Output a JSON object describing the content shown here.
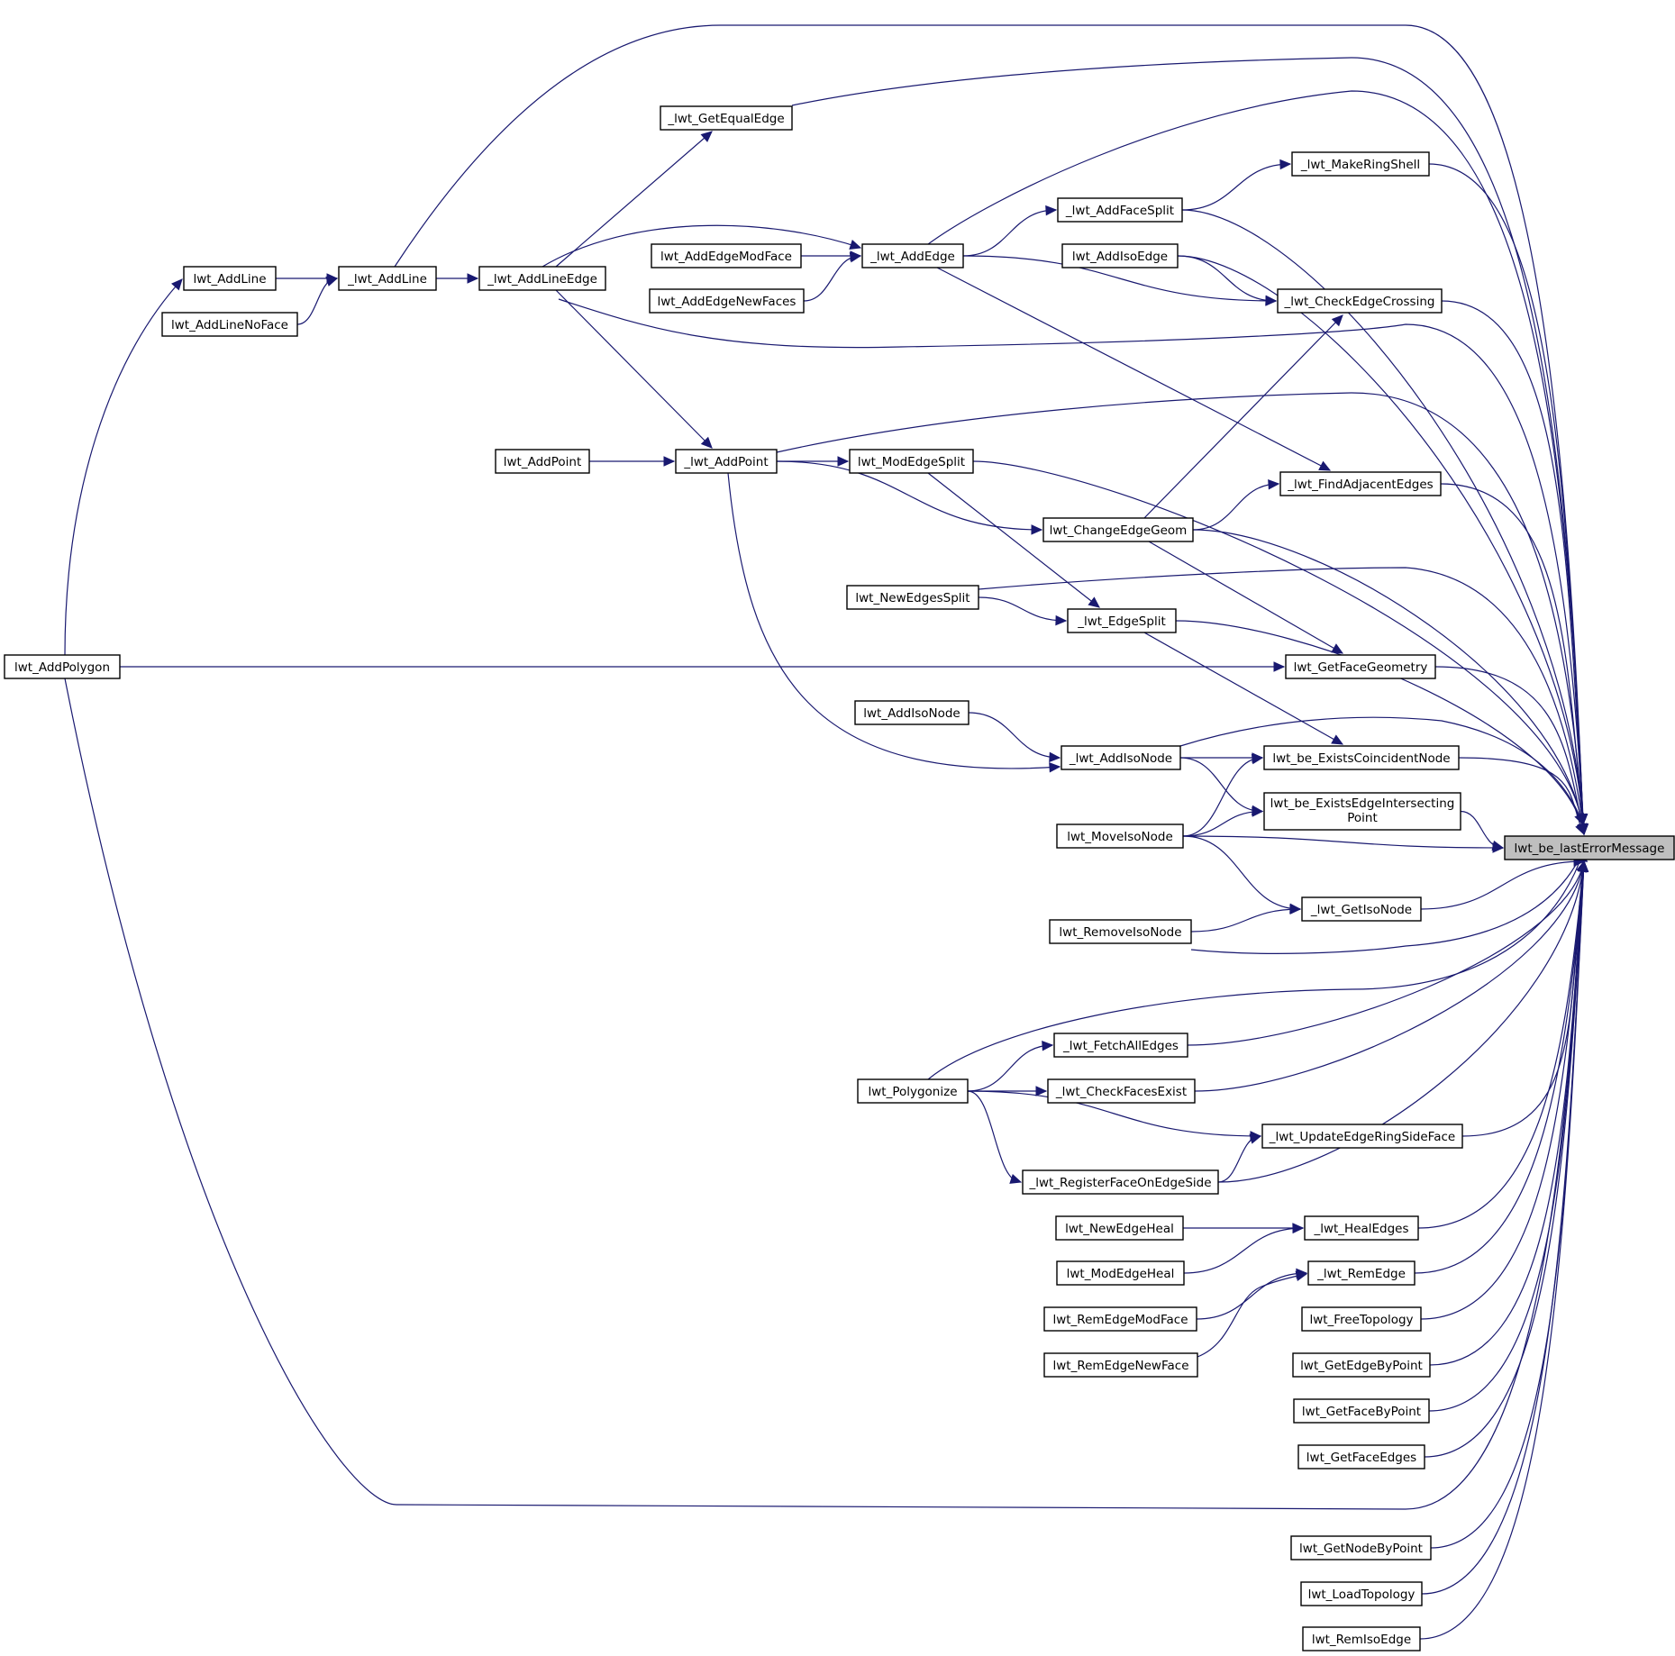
{
  "graph": {
    "title": "",
    "direction": "right-to-left caller graph",
    "colors": {
      "edge": "#191970",
      "node_border": "#000000",
      "node_fill": "#ffffff",
      "root_fill": "#bfbfbf"
    },
    "nodes": [
      {
        "id": "root",
        "label": "lwt_be_lastErrorMessage",
        "root": true
      },
      {
        "id": "AddPolygon",
        "label": "lwt_AddPolygon"
      },
      {
        "id": "AddLine",
        "label": "lwt_AddLine"
      },
      {
        "id": "AddLineNoFace",
        "label": "lwt_AddLineNoFace"
      },
      {
        "id": "_AddLine",
        "label": "_lwt_AddLine"
      },
      {
        "id": "_AddLineEdge",
        "label": "_lwt_AddLineEdge"
      },
      {
        "id": "_GetEqualEdge",
        "label": "_lwt_GetEqualEdge"
      },
      {
        "id": "AddEdgeModFace",
        "label": "lwt_AddEdgeModFace"
      },
      {
        "id": "AddEdgeNewFaces",
        "label": "lwt_AddEdgeNewFaces"
      },
      {
        "id": "_AddEdge",
        "label": "_lwt_AddEdge"
      },
      {
        "id": "_MakeRingShell",
        "label": "_lwt_MakeRingShell"
      },
      {
        "id": "_AddFaceSplit",
        "label": "_lwt_AddFaceSplit"
      },
      {
        "id": "AddIsoEdge",
        "label": "lwt_AddIsoEdge"
      },
      {
        "id": "_CheckEdgeCrossing",
        "label": "_lwt_CheckEdgeCrossing"
      },
      {
        "id": "AddPoint",
        "label": "lwt_AddPoint"
      },
      {
        "id": "_AddPoint",
        "label": "_lwt_AddPoint"
      },
      {
        "id": "ModEdgeSplit",
        "label": "lwt_ModEdgeSplit"
      },
      {
        "id": "_FindAdjacentEdges",
        "label": "_lwt_FindAdjacentEdges"
      },
      {
        "id": "ChangeEdgeGeom",
        "label": "lwt_ChangeEdgeGeom"
      },
      {
        "id": "NewEdgesSplit",
        "label": "lwt_NewEdgesSplit"
      },
      {
        "id": "_EdgeSplit",
        "label": "_lwt_EdgeSplit"
      },
      {
        "id": "GetFaceGeometry",
        "label": "lwt_GetFaceGeometry"
      },
      {
        "id": "AddIsoNode",
        "label": "lwt_AddIsoNode"
      },
      {
        "id": "_AddIsoNode",
        "label": "_lwt_AddIsoNode"
      },
      {
        "id": "ExistsCoincidentNode",
        "label": "lwt_be_ExistsCoincidentNode"
      },
      {
        "id": "ExistsEdgeIntersectingPoint",
        "label": "lwt_be_ExistsEdgeIntersecting Point"
      },
      {
        "id": "MoveIsoNode",
        "label": "lwt_MoveIsoNode"
      },
      {
        "id": "_GetIsoNode",
        "label": "_lwt_GetIsoNode"
      },
      {
        "id": "RemoveIsoNode",
        "label": "lwt_RemoveIsoNode"
      },
      {
        "id": "_FetchAllEdges",
        "label": "_lwt_FetchAllEdges"
      },
      {
        "id": "Polygonize",
        "label": "lwt_Polygonize"
      },
      {
        "id": "_CheckFacesExist",
        "label": "_lwt_CheckFacesExist"
      },
      {
        "id": "_UpdateEdgeRingSideFace",
        "label": "_lwt_UpdateEdgeRingSideFace"
      },
      {
        "id": "_RegisterFaceOnEdgeSide",
        "label": "_lwt_RegisterFaceOnEdgeSide"
      },
      {
        "id": "NewEdgeHeal",
        "label": "lwt_NewEdgeHeal"
      },
      {
        "id": "_HealEdges",
        "label": "_lwt_HealEdges"
      },
      {
        "id": "ModEdgeHeal",
        "label": "lwt_ModEdgeHeal"
      },
      {
        "id": "_RemEdge",
        "label": "_lwt_RemEdge"
      },
      {
        "id": "RemEdgeModFace",
        "label": "lwt_RemEdgeModFace"
      },
      {
        "id": "FreeTopology",
        "label": "lwt_FreeTopology"
      },
      {
        "id": "RemEdgeNewFace",
        "label": "lwt_RemEdgeNewFace"
      },
      {
        "id": "GetEdgeByPoint",
        "label": "lwt_GetEdgeByPoint"
      },
      {
        "id": "GetFaceByPoint",
        "label": "lwt_GetFaceByPoint"
      },
      {
        "id": "GetFaceEdges",
        "label": "lwt_GetFaceEdges"
      },
      {
        "id": "GetNodeByPoint",
        "label": "lwt_GetNodeByPoint"
      },
      {
        "id": "LoadTopology",
        "label": "lwt_LoadTopology"
      },
      {
        "id": "RemIsoEdge",
        "label": "lwt_RemIsoEdge"
      }
    ],
    "edges": [
      [
        "AddPolygon",
        "AddLine"
      ],
      [
        "AddPolygon",
        "GetFaceGeometry"
      ],
      [
        "AddPolygon",
        "root"
      ],
      [
        "AddLine",
        "_AddLine"
      ],
      [
        "AddLineNoFace",
        "_AddLine"
      ],
      [
        "_AddLine",
        "_AddLineEdge"
      ],
      [
        "_AddLine",
        "root"
      ],
      [
        "_AddLineEdge",
        "_GetEqualEdge"
      ],
      [
        "_AddLineEdge",
        "_AddEdge"
      ],
      [
        "_AddLineEdge",
        "_AddPoint"
      ],
      [
        "_AddLineEdge",
        "root"
      ],
      [
        "_GetEqualEdge",
        "root"
      ],
      [
        "AddEdgeModFace",
        "_AddEdge"
      ],
      [
        "AddEdgeNewFaces",
        "_AddEdge"
      ],
      [
        "_AddEdge",
        "_AddFaceSplit"
      ],
      [
        "_AddEdge",
        "_CheckEdgeCrossing"
      ],
      [
        "_AddEdge",
        "_FindAdjacentEdges"
      ],
      [
        "_AddEdge",
        "root"
      ],
      [
        "_AddFaceSplit",
        "_MakeRingShell"
      ],
      [
        "_AddFaceSplit",
        "root"
      ],
      [
        "_MakeRingShell",
        "root"
      ],
      [
        "AddIsoEdge",
        "_CheckEdgeCrossing"
      ],
      [
        "AddIsoEdge",
        "root"
      ],
      [
        "_CheckEdgeCrossing",
        "root"
      ],
      [
        "AddPoint",
        "_AddPoint"
      ],
      [
        "_AddPoint",
        "ModEdgeSplit"
      ],
      [
        "_AddPoint",
        "ChangeEdgeGeom"
      ],
      [
        "_AddPoint",
        "_AddIsoNode"
      ],
      [
        "_AddPoint",
        "root"
      ],
      [
        "ModEdgeSplit",
        "_EdgeSplit"
      ],
      [
        "ModEdgeSplit",
        "root"
      ],
      [
        "ChangeEdgeGeom",
        "_CheckEdgeCrossing"
      ],
      [
        "ChangeEdgeGeom",
        "_FindAdjacentEdges"
      ],
      [
        "ChangeEdgeGeom",
        "GetFaceGeometry"
      ],
      [
        "ChangeEdgeGeom",
        "root"
      ],
      [
        "_FindAdjacentEdges",
        "root"
      ],
      [
        "NewEdgesSplit",
        "_EdgeSplit"
      ],
      [
        "NewEdgesSplit",
        "root"
      ],
      [
        "_EdgeSplit",
        "ExistsCoincidentNode"
      ],
      [
        "_EdgeSplit",
        "root"
      ],
      [
        "GetFaceGeometry",
        "root"
      ],
      [
        "AddIsoNode",
        "_AddIsoNode"
      ],
      [
        "_AddIsoNode",
        "ExistsCoincidentNode"
      ],
      [
        "_AddIsoNode",
        "ExistsEdgeIntersectingPoint"
      ],
      [
        "_AddIsoNode",
        "root"
      ],
      [
        "ExistsCoincidentNode",
        "root"
      ],
      [
        "ExistsEdgeIntersectingPoint",
        "root"
      ],
      [
        "MoveIsoNode",
        "ExistsCoincidentNode"
      ],
      [
        "MoveIsoNode",
        "ExistsEdgeIntersectingPoint"
      ],
      [
        "MoveIsoNode",
        "_GetIsoNode"
      ],
      [
        "MoveIsoNode",
        "root"
      ],
      [
        "_GetIsoNode",
        "root"
      ],
      [
        "RemoveIsoNode",
        "_GetIsoNode"
      ],
      [
        "RemoveIsoNode",
        "root"
      ],
      [
        "Polygonize",
        "_FetchAllEdges"
      ],
      [
        "Polygonize",
        "_CheckFacesExist"
      ],
      [
        "Polygonize",
        "_UpdateEdgeRingSideFace"
      ],
      [
        "Polygonize",
        "_RegisterFaceOnEdgeSide"
      ],
      [
        "Polygonize",
        "root"
      ],
      [
        "_FetchAllEdges",
        "root"
      ],
      [
        "_CheckFacesExist",
        "root"
      ],
      [
        "_RegisterFaceOnEdgeSide",
        "_UpdateEdgeRingSideFace"
      ],
      [
        "_RegisterFaceOnEdgeSide",
        "root"
      ],
      [
        "_UpdateEdgeRingSideFace",
        "root"
      ],
      [
        "NewEdgeHeal",
        "_HealEdges"
      ],
      [
        "ModEdgeHeal",
        "_HealEdges"
      ],
      [
        "_HealEdges",
        "root"
      ],
      [
        "RemEdgeModFace",
        "_RemEdge"
      ],
      [
        "RemEdgeNewFace",
        "_RemEdge"
      ],
      [
        "_RemEdge",
        "root"
      ],
      [
        "FreeTopology",
        "root"
      ],
      [
        "GetEdgeByPoint",
        "root"
      ],
      [
        "GetFaceByPoint",
        "root"
      ],
      [
        "GetFaceEdges",
        "root"
      ],
      [
        "GetNodeByPoint",
        "root"
      ],
      [
        "LoadTopology",
        "root"
      ],
      [
        "RemIsoEdge",
        "root"
      ]
    ]
  }
}
